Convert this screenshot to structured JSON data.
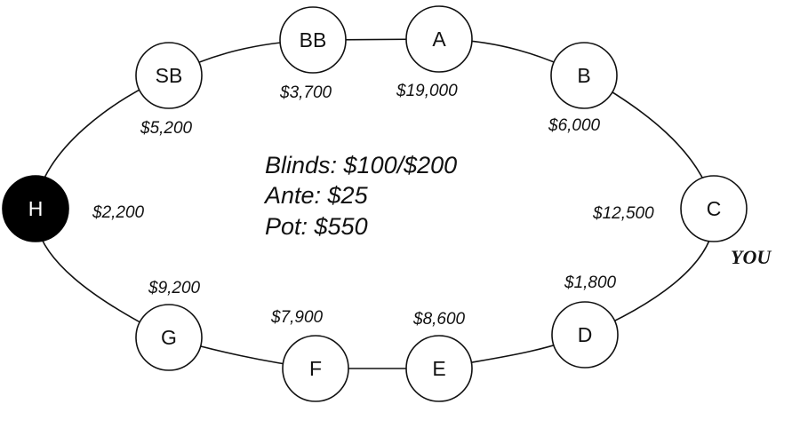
{
  "seats": [
    {
      "id": "sb",
      "label": "SB",
      "stack": "$5,200"
    },
    {
      "id": "bb",
      "label": "BB",
      "stack": "$3,700"
    },
    {
      "id": "a",
      "label": "A",
      "stack": "$19,000"
    },
    {
      "id": "b",
      "label": "B",
      "stack": "$6,000"
    },
    {
      "id": "c",
      "label": "C",
      "stack": "$12,500"
    },
    {
      "id": "d",
      "label": "D",
      "stack": "$1,800"
    },
    {
      "id": "e",
      "label": "E",
      "stack": "$8,600"
    },
    {
      "id": "f",
      "label": "F",
      "stack": "$7,900"
    },
    {
      "id": "g",
      "label": "G",
      "stack": "$9,200"
    },
    {
      "id": "h",
      "label": "H",
      "stack": "$2,200"
    }
  ],
  "info": {
    "blinds": "Blinds: $100/$200",
    "ante": "Ante: $25",
    "pot": "Pot: $550"
  },
  "you_label": "YOU",
  "colors": {
    "dealer_fill": "#000000",
    "seat_fill": "#ffffff",
    "line": "#111111"
  }
}
